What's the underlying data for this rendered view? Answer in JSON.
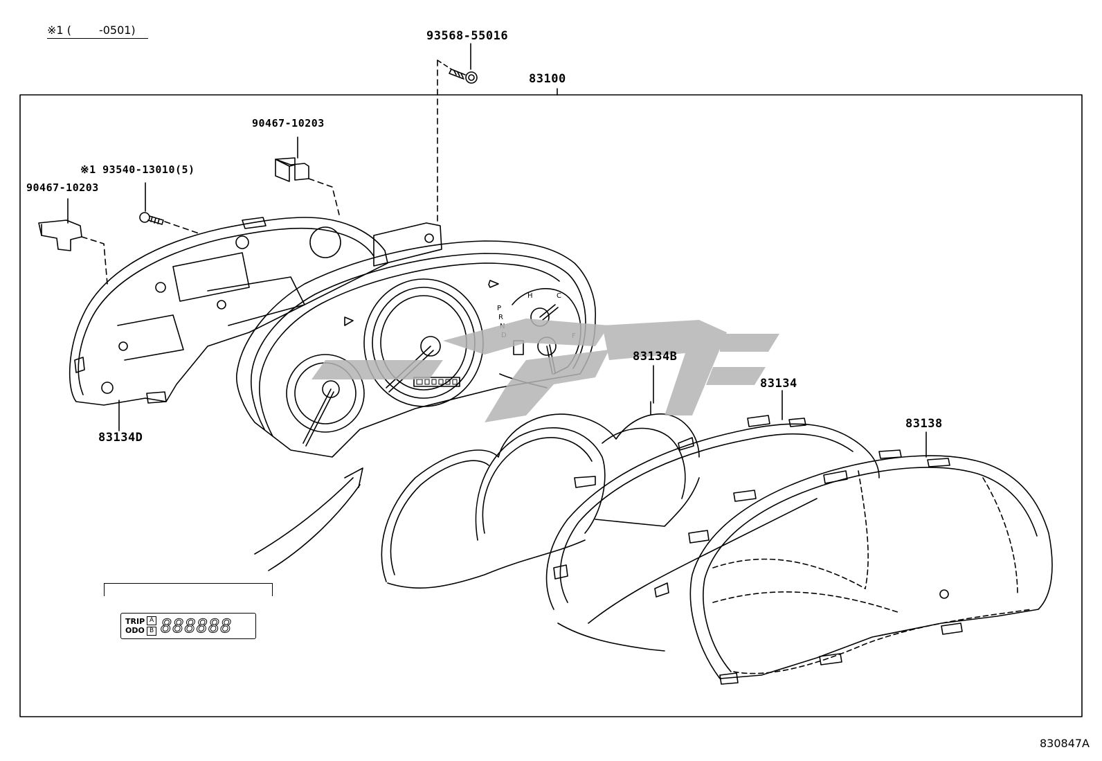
{
  "note": {
    "mark": "※1",
    "range_open": "(",
    "range_value": "-0501)"
  },
  "parts": {
    "assembly": "83100",
    "screw_top": "93568-55016",
    "clip_upper": "90467-10203",
    "clip_left": "90467-10203",
    "screw_left": "※1 93540-13010(5)",
    "rear_case": "83134D",
    "dial_plate": "83134B",
    "front_ring": "83134",
    "glass": "83138"
  },
  "display": {
    "mode_top": "TRIP",
    "mode_bottom": "ODO",
    "button_a": "A",
    "button_b": "B",
    "digits": "888888"
  },
  "figure_id": "830847A",
  "colors": {
    "line": "#000000",
    "watermark": "#b4b4b4"
  }
}
